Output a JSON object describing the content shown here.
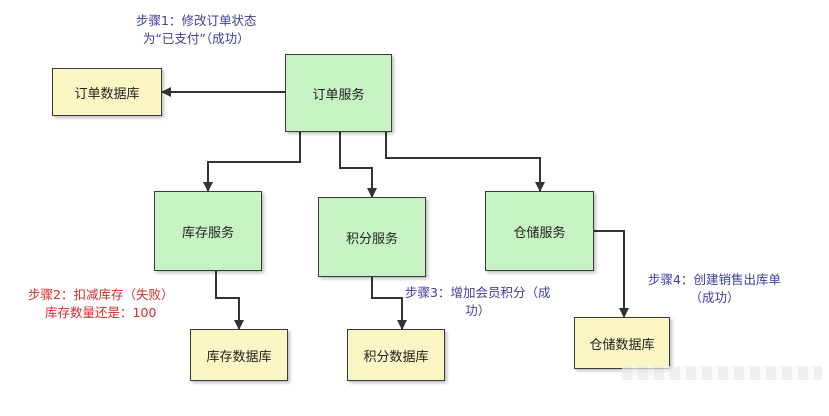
{
  "nodes": {
    "order_service": "订单服务",
    "order_db": "订单数据库",
    "inventory_service": "库存服务",
    "points_service": "积分服务",
    "warehouse_service": "仓储服务",
    "inventory_db": "库存数据库",
    "points_db": "积分数据库",
    "warehouse_db": "仓储数据库"
  },
  "notes": {
    "step1": [
      "步骤1：修改订单状态",
      "为“已支付”（成功）"
    ],
    "step2": [
      "步骤2：扣减库存（失败）",
      "库存数量还是：100"
    ],
    "step3": [
      "步骤3：增加会员积分（成",
      "功）"
    ],
    "step4": [
      "步骤4：创建销售出库单",
      "（成功）"
    ]
  },
  "colors": {
    "service_fill": "#c6f2c4",
    "db_fill": "#fbf6c4",
    "step_text_blue": "#3b3f9e",
    "step_text_red": "#d62b2b"
  }
}
